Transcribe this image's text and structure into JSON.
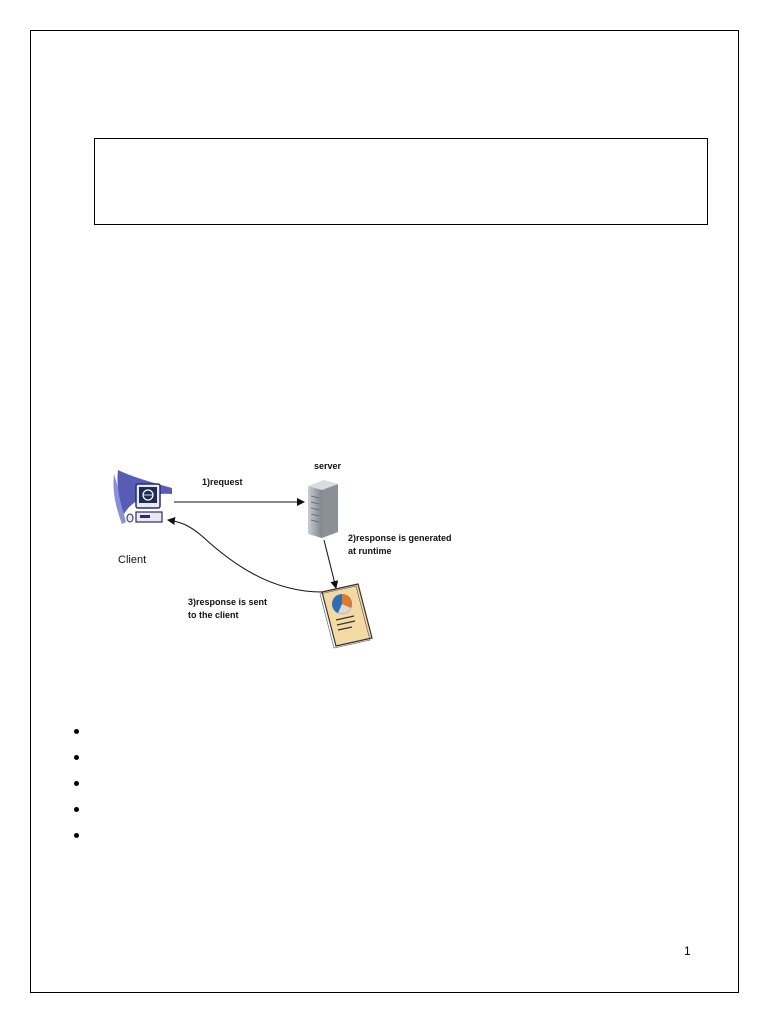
{
  "diagram": {
    "labels": {
      "request": "1)request",
      "server": "server",
      "client": "Client",
      "generated_line1": "2)response is generated",
      "generated_line2": "at runtime",
      "sent_line1": "3)response is sent",
      "sent_line2": "to the client"
    },
    "icons": [
      "client-computer-icon",
      "server-tower-icon",
      "report-document-icon"
    ],
    "colors": {
      "client_swoosh": "#3a3fa8",
      "server": "#9aa0a6",
      "document": "#f3d9a4"
    }
  },
  "bullets": {
    "count": 5,
    "items": [
      "",
      "",
      "",
      "",
      ""
    ]
  },
  "footer": {
    "page_number": "1"
  }
}
